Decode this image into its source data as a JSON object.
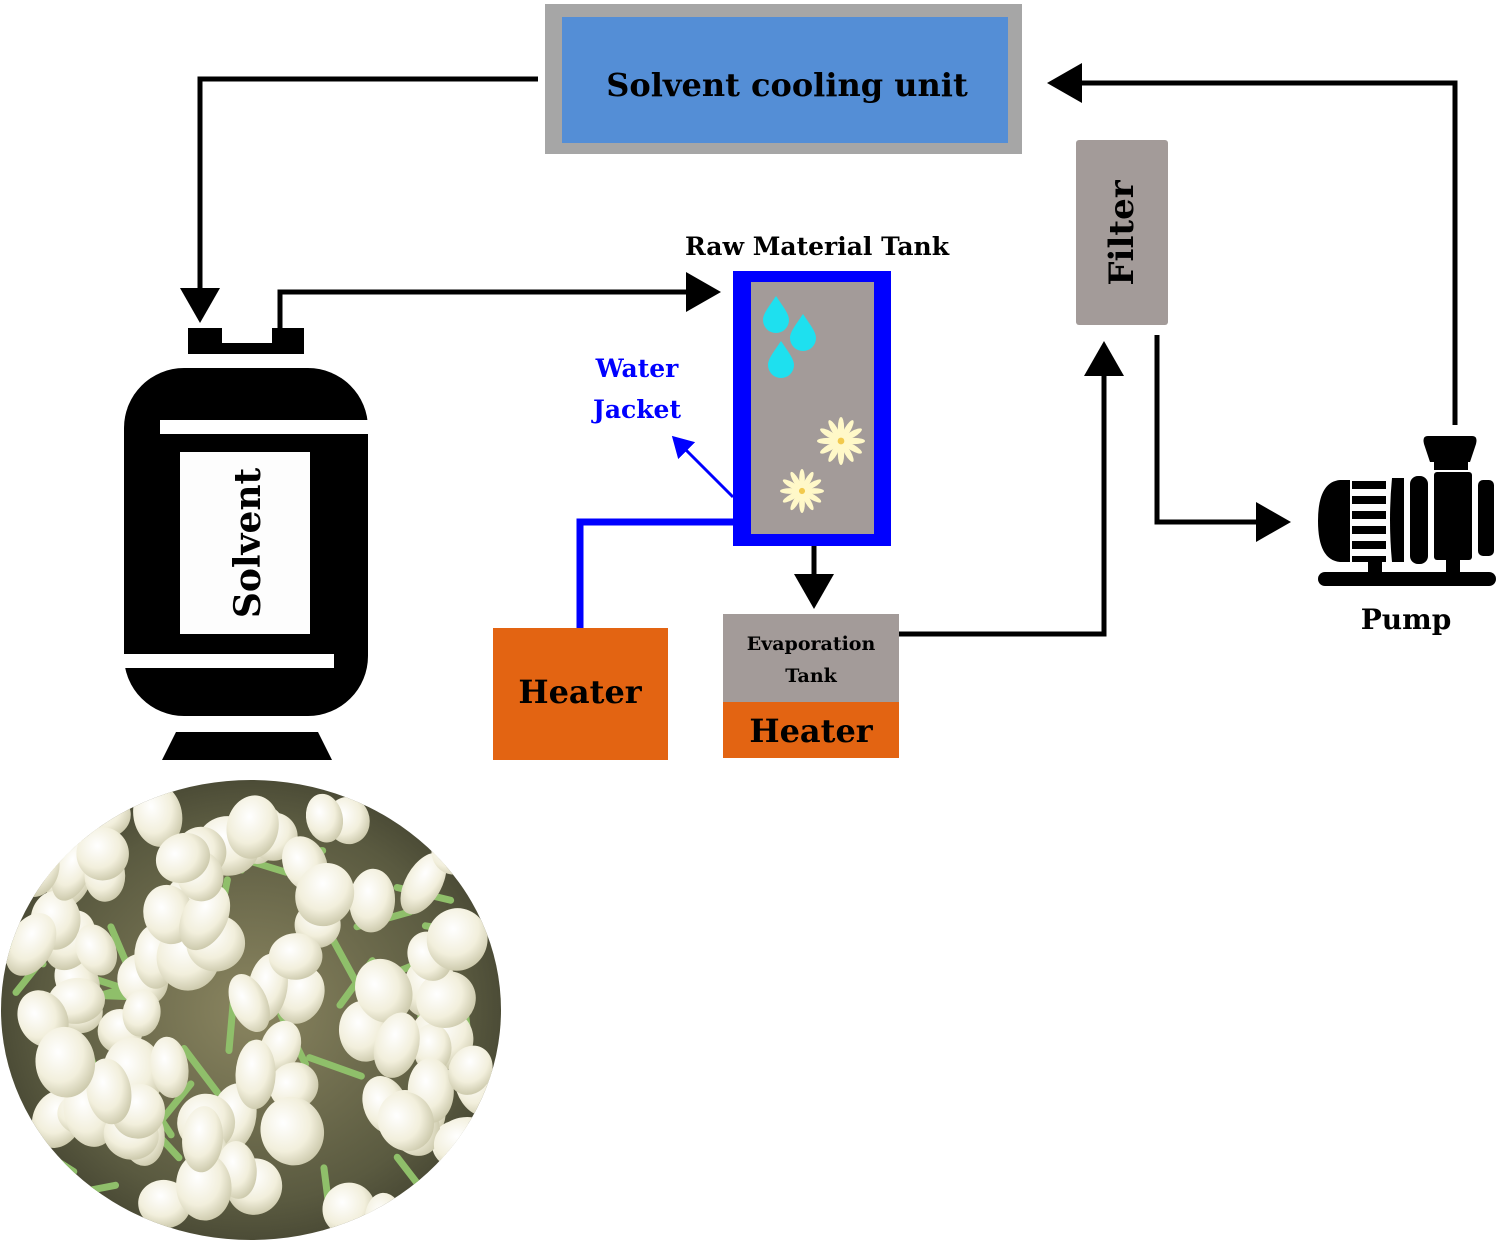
{
  "title": "Solvent extraction process flow",
  "colors": {
    "cooling_unit_fill": "#548ed6",
    "cooling_unit_border": "#a6a6a6",
    "jacket_blue": "#0000ff",
    "tank_fill": "#a39b99",
    "heater_orange": "#e36412",
    "filter_fill": "#a39b99",
    "droplet_cyan": "#1ee0ef",
    "flower_cream": "#fff8c8",
    "arrow_black": "#000000"
  },
  "components": {
    "cooling_unit": {
      "label": "Solvent cooling unit"
    },
    "raw_material_tank": {
      "label": "Raw Material Tank"
    },
    "water_jacket": {
      "label_line1": "Water",
      "label_line2": "Jacket"
    },
    "solvent_tank": {
      "label": "Solvent"
    },
    "heater_1": {
      "label": "Heater"
    },
    "evaporation_tank": {
      "label_line1": "Evaporation",
      "label_line2": "Tank"
    },
    "heater_2": {
      "label": "Heater"
    },
    "filter": {
      "label": "Filter"
    },
    "pump": {
      "label": "Pump"
    }
  },
  "photo": {
    "subject": "jasmine flowers in a bowl"
  },
  "flows": [
    {
      "from": "Solvent cooling unit",
      "to": "Solvent"
    },
    {
      "from": "Solvent",
      "to": "Raw Material Tank"
    },
    {
      "from": "Raw Material Tank",
      "to": "Evaporation Tank"
    },
    {
      "from": "Evaporation Tank",
      "to": "Filter"
    },
    {
      "from": "Filter",
      "to": "Pump"
    },
    {
      "from": "Pump",
      "to": "Solvent cooling unit"
    },
    {
      "from": "Heater",
      "to": "Water Jacket"
    }
  ]
}
